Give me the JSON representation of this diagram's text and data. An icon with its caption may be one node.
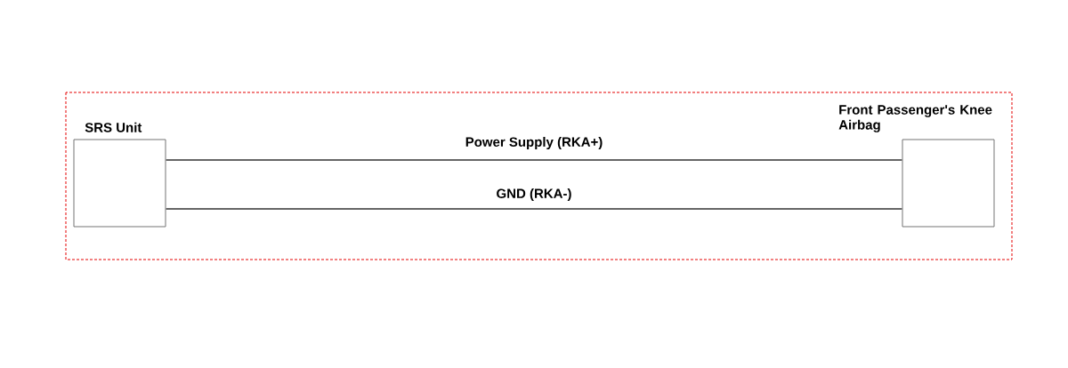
{
  "diagram": {
    "nodes": [
      {
        "text": [
          "SRS Unit"
        ]
      },
      {
        "text": [
          "Front Passenger's Knee Airbag"
        ]
      }
    ],
    "edges": [
      {
        "from": 0,
        "to": 1,
        "arrow": "none",
        "label": "Power Supply (RKA+)"
      },
      {
        "from": 0,
        "to": 1,
        "arrow": "none",
        "label": "GND (RKA-)"
      }
    ]
  }
}
